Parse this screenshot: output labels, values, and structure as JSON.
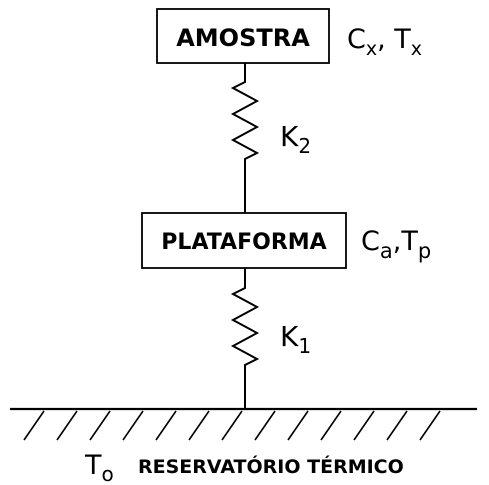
{
  "sample": {
    "label": "AMOSTRA",
    "capacity": {
      "base": "C",
      "sub": "x"
    },
    "separator": ", ",
    "temperature": {
      "base": "T",
      "sub": "x"
    }
  },
  "spring_upper": {
    "base": "K",
    "sub": "2"
  },
  "platform": {
    "label": "PLATAFORMA",
    "capacity": {
      "base": "C",
      "sub": "a"
    },
    "separator": ",",
    "temperature": {
      "base": "T",
      "sub": "p"
    }
  },
  "spring_lower": {
    "base": "K",
    "sub": "1"
  },
  "reservoir": {
    "temperature": {
      "base": "T",
      "sub": "o"
    },
    "label": "RESERVATÓRIO TÉRMICO"
  }
}
